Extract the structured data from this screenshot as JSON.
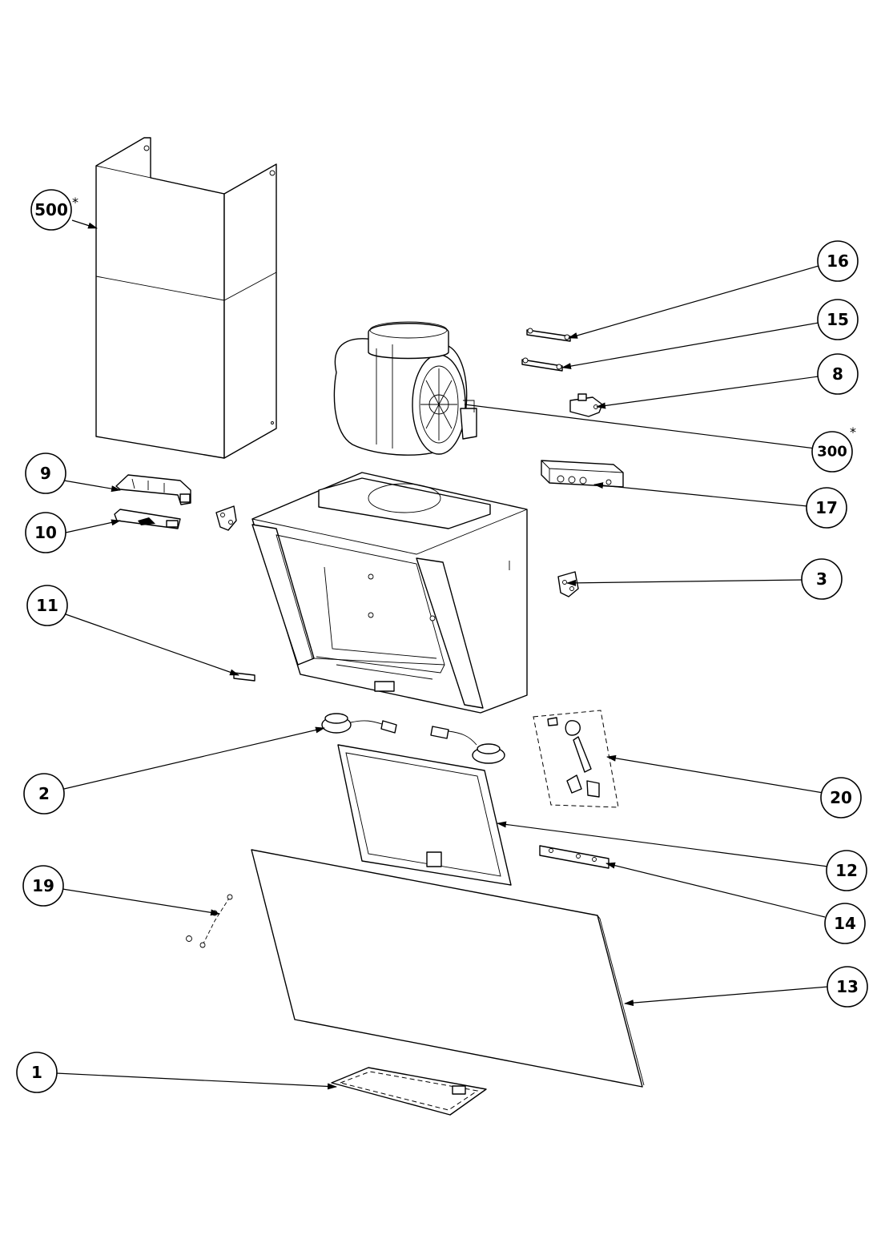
{
  "callouts": {
    "c500": "500",
    "c16": "16",
    "c15": "15",
    "c8": "8",
    "c300": "300",
    "c9": "9",
    "c17": "17",
    "c10": "10",
    "c3": "3",
    "c11": "11",
    "c2": "2",
    "c20": "20",
    "c12": "12",
    "c19": "19",
    "c14": "14",
    "c13": "13",
    "c1": "1"
  },
  "marks": {
    "star_500": "*",
    "star_300": "*"
  }
}
